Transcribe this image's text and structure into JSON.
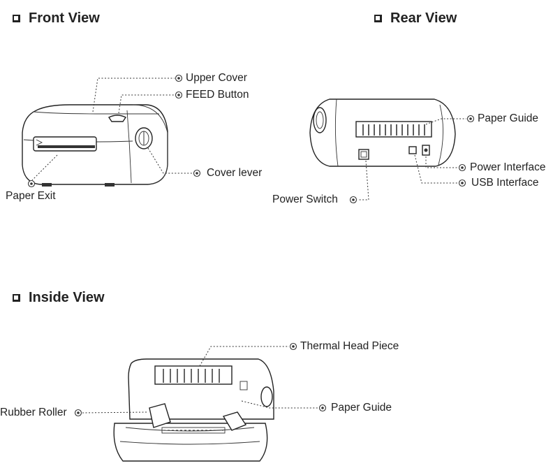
{
  "sections": {
    "front": {
      "title": "Front View"
    },
    "rear": {
      "title": "Rear View"
    },
    "inside": {
      "title": "Inside View"
    }
  },
  "labels": {
    "upper_cover": "Upper Cover",
    "feed_button": "FEED Button",
    "cover_lever": "Cover lever",
    "paper_exit": "Paper Exit",
    "paper_guide_rear": "Paper Guide",
    "power_interface": "Power Interface",
    "usb_interface": "USB Interface",
    "power_switch": "Power Switch",
    "thermal_head_piece": "Thermal Head Piece",
    "rubber_roller": "Rubber Roller",
    "paper_guide_inside": "Paper Guide"
  },
  "icons": [
    "checkbox-icon",
    "callout-marker-icon"
  ]
}
